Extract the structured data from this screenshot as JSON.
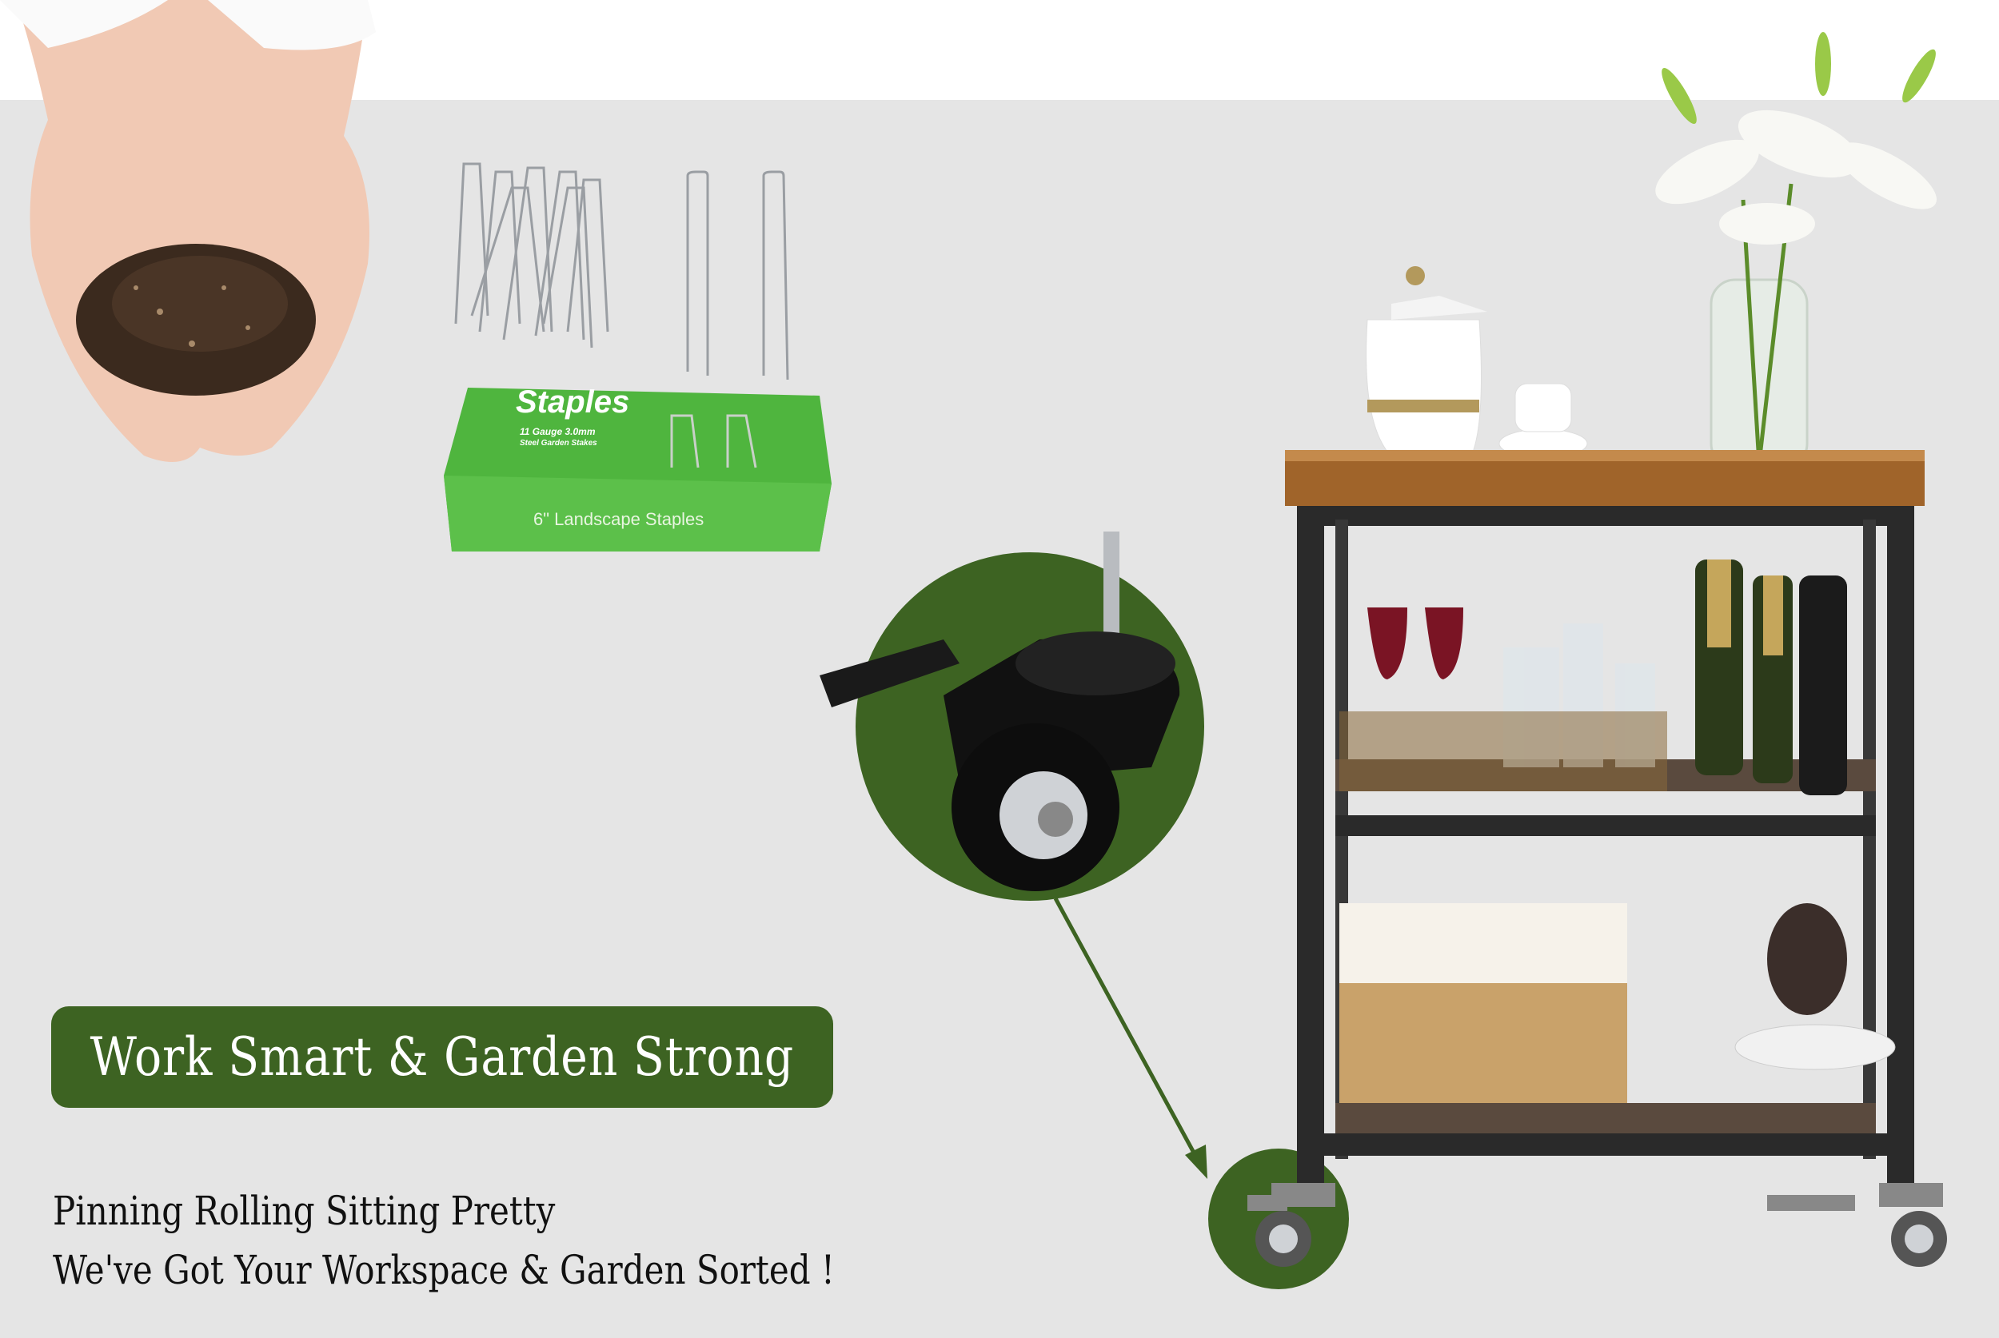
{
  "headline": "Work Smart & Garden Strong",
  "tagline": {
    "line1": "Pinning Rolling Sitting Pretty",
    "line2": "We've Got Your Workspace & Garden Sorted !"
  },
  "staples_box": {
    "title": "Staples",
    "subtitle_line1": "11 Gauge 3.0mm",
    "subtitle_line2": "Steel Garden Stakes",
    "side_label": "6\" Landscape Staples"
  },
  "colors": {
    "background": "#e5e5e5",
    "brand_green": "#3d6322",
    "box_green": "#4fb53e"
  }
}
